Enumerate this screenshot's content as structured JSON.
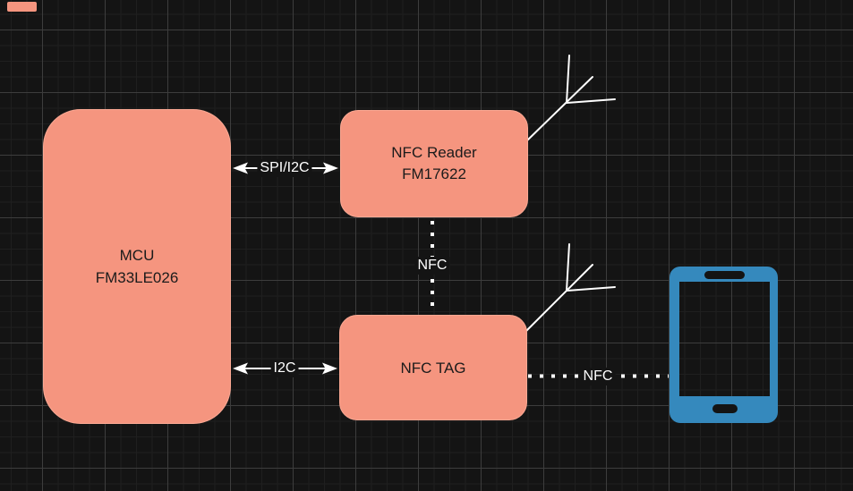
{
  "diagram": {
    "blocks": {
      "mcu": {
        "line1": "MCU",
        "line2": "FM33LE026"
      },
      "nfc_reader": {
        "line1": "NFC Reader",
        "line2": "FM17622"
      },
      "nfc_tag": {
        "label": "NFC TAG"
      }
    },
    "connections": {
      "mcu_reader": {
        "label": "SPI/I2C",
        "type": "double-arrow"
      },
      "mcu_tag": {
        "label": "I2C",
        "type": "double-arrow"
      },
      "reader_tag": {
        "label": "NFC",
        "type": "dotted"
      },
      "tag_phone": {
        "label": "NFC",
        "type": "dotted"
      }
    },
    "icons": [
      "antenna-icon",
      "antenna-icon",
      "smartphone-icon"
    ],
    "colors": {
      "background": "#141414",
      "grid_minor": "#1F1F1F",
      "grid_major": "#3D3D3D",
      "block_fill": "#F5957F",
      "block_stroke": "#FBA893",
      "block_text": "#1B1B1B",
      "connector": "#FFFFFF",
      "phone": "#3589BD"
    }
  }
}
